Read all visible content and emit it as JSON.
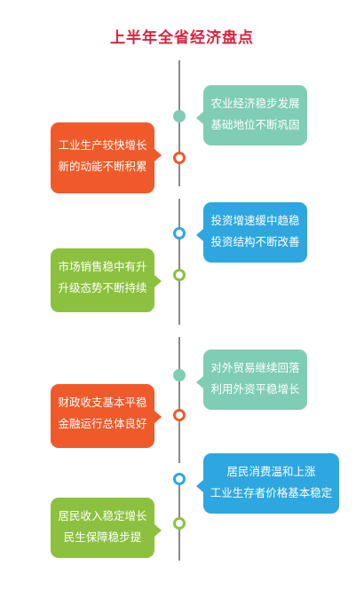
{
  "title": "上半年全省经济盘点",
  "colors": {
    "title": "#d8253c",
    "teal": "#7fcdb4",
    "orange": "#f05a2a",
    "blue": "#2ea7e0",
    "green": "#8cc13f",
    "line": "#8a8a8a"
  },
  "items": [
    {
      "side": "right",
      "color": "teal",
      "line1": "农业经济稳步发展",
      "line2": "基础地位不断巩固"
    },
    {
      "side": "left",
      "color": "orange",
      "line1": "工业生产较快增长",
      "line2": "新的动能不断积累"
    },
    {
      "side": "right",
      "color": "blue",
      "line1": "投资增速缓中趋稳",
      "line2": "投资结构不断改善"
    },
    {
      "side": "left",
      "color": "green",
      "line1": "市场销售稳中有升",
      "line2": "升级态势不断持续"
    },
    {
      "side": "right",
      "color": "teal",
      "line1": "对外贸易继续回落",
      "line2": "利用外资平稳增长"
    },
    {
      "side": "left",
      "color": "orange",
      "line1": "财政收支基本平稳",
      "line2": "金融运行总体良好"
    },
    {
      "side": "right",
      "color": "blue",
      "line1": "居民消费温和上涨",
      "line2": "工业生存者价格基本稳定"
    },
    {
      "side": "left",
      "color": "green",
      "line1": "居民收入稳定增长",
      "line2": "民生保障稳步提"
    }
  ]
}
